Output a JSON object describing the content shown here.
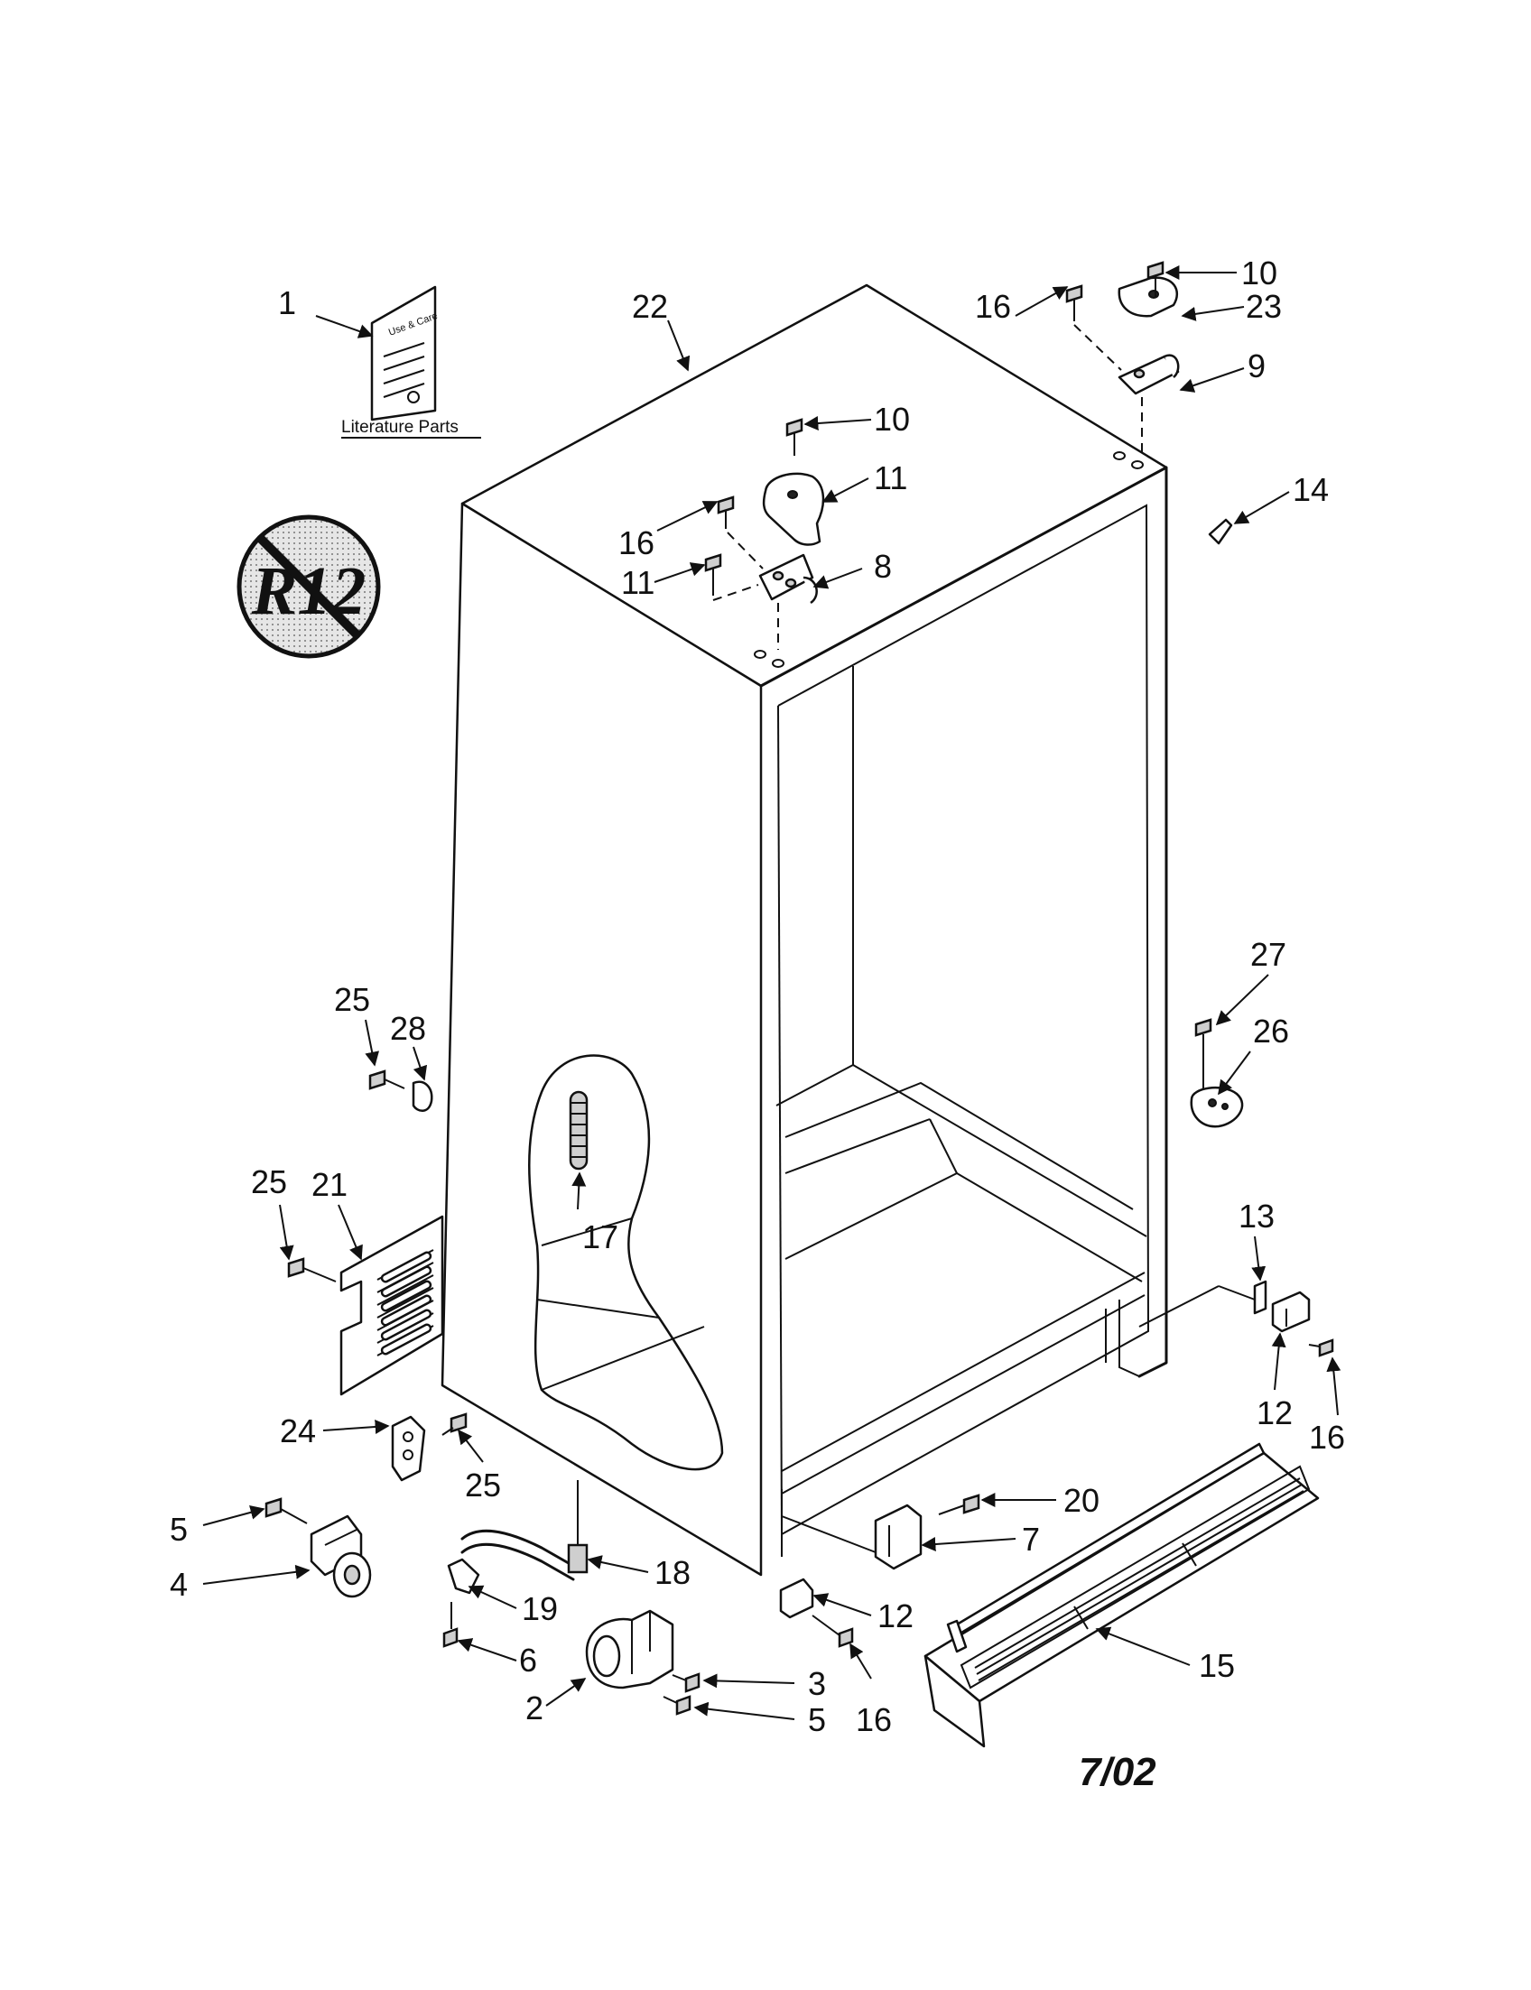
{
  "literature_label": "Literature Parts",
  "booklet_title": "Use & Care",
  "date_code": "7/02",
  "no_r12_symbol": "R12",
  "callouts": {
    "c1": "1",
    "c22": "22",
    "c10a": "10",
    "c16a": "16",
    "c23": "23",
    "c9": "9",
    "c10b": "10",
    "c11a": "11",
    "c16b": "16",
    "c11b": "11",
    "c8": "8",
    "c14": "14",
    "c27": "27",
    "c26": "26",
    "c25a": "25",
    "c28": "28",
    "c17": "17",
    "c25b": "25",
    "c21": "21",
    "c13": "13",
    "c12a": "12",
    "c16c": "16",
    "c24": "24",
    "c25c": "25",
    "c20": "20",
    "c7": "7",
    "c5a": "5",
    "c4": "4",
    "c18": "18",
    "c19": "19",
    "c12b": "12",
    "c6": "6",
    "c3": "3",
    "c15": "15",
    "c2": "2",
    "c5b": "5",
    "c16d": "16"
  }
}
